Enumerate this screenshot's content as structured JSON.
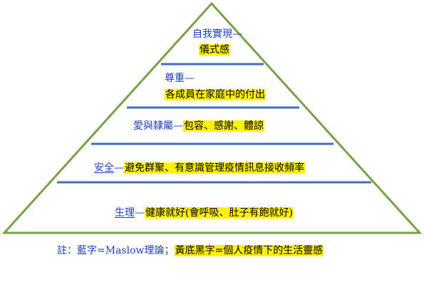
{
  "colors": {
    "outline": "#77a24a",
    "divider": "#3f6fc0",
    "maslow_text": "#1f3fbf",
    "highlight": "#fff200"
  },
  "levels": [
    {
      "maslow": "自我實現",
      "dash": "—",
      "practice": "儀式感"
    },
    {
      "maslow": "尊重",
      "dash": "—",
      "practice": "各成員在家庭中的付出"
    },
    {
      "maslow": "愛與隸屬",
      "dash": "—",
      "practice": "包容、感謝、體諒"
    },
    {
      "maslow": "安全",
      "dash": "—",
      "practice": "避免群聚、有意識管理疫情訊息接收頻率"
    },
    {
      "maslow": "生理",
      "dash": "—",
      "practice": "健康就好(會呼吸、肚子有飽就好)"
    }
  ],
  "note": {
    "prefix": "註：藍字=Maslow理論；",
    "highlighted": "黃底黑字=個人疫情下的生活靈感"
  }
}
